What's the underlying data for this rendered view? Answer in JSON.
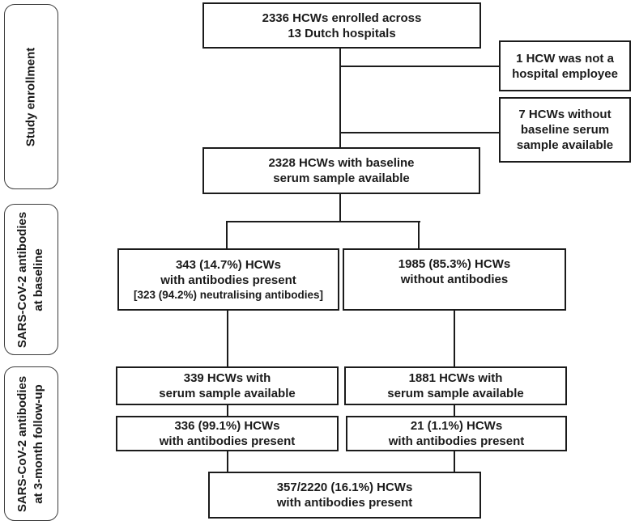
{
  "figure": {
    "background": "#ffffff",
    "line_color": "#1b1b1b"
  },
  "sidebar": {
    "sections": [
      {
        "id": "study-enrollment",
        "line1": "Study enrollment",
        "line2": ""
      },
      {
        "id": "antibodies-baseline",
        "line1": "SARS-CoV-2 antibodies",
        "line2": "at baseline"
      },
      {
        "id": "antibodies-followup",
        "line1": "SARS-CoV-2 antibodies",
        "line2": "at 3-month follow-up"
      }
    ]
  },
  "flowchart": {
    "boxes": {
      "enrolled": {
        "line1": "2336 HCWs enrolled across",
        "line2": "13 Dutch hospitals"
      },
      "not_employee": {
        "line1": "1 HCW was not a",
        "line2": "hospital employee"
      },
      "no_baseline_sample": {
        "line1": "7 HCWs without",
        "line2": "baseline serum",
        "line3": "sample available"
      },
      "baseline_sample": {
        "line1": "2328 HCWs with baseline",
        "line2": "serum sample available"
      },
      "baseline_pos": {
        "line1": "343 (14.7%) HCWs",
        "line2": "with antibodies present",
        "line3": "[323 (94.2%) neutralising antibodies]"
      },
      "baseline_neg": {
        "line1": "1985 (85.3%) HCWs",
        "line2": "without antibodies"
      },
      "followup_sample_left": {
        "line1": "339 HCWs with",
        "line2": "serum sample available"
      },
      "followup_sample_right": {
        "line1": "1881 HCWs with",
        "line2": "serum sample available"
      },
      "followup_pos_left": {
        "line1": "336 (99.1%) HCWs",
        "line2": "with antibodies present"
      },
      "followup_pos_right": {
        "line1": "21 (1.1%) HCWs",
        "line2": "with antibodies present"
      },
      "total": {
        "line1": "357/2220 (16.1%) HCWs",
        "line2": "with antibodies present"
      }
    }
  }
}
